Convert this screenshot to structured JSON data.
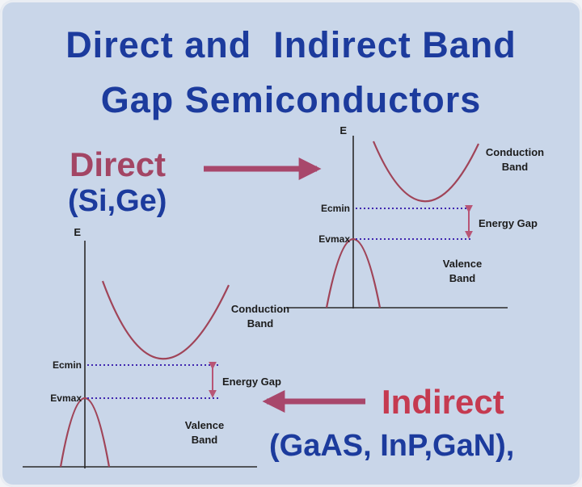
{
  "title": {
    "line1": "Direct and  Indirect Band",
    "line2": "Gap Semiconductors"
  },
  "direct": {
    "label": "Direct",
    "materials": "(Si,Ge)"
  },
  "indirect": {
    "label": "Indirect",
    "materials": "(GaAS, InP,GaN),"
  },
  "diagram_labels": {
    "energy_axis": "E",
    "ecmin": "Ecmin",
    "evmax": "Evmax",
    "energy_gap": "Energy Gap",
    "conduction_line1": "Conduction",
    "conduction_line2": "Band",
    "valence_line1": "Valence",
    "valence_line2": "Band"
  },
  "colors": {
    "background": "#c9d6e9",
    "title_text": "#1c3b9d",
    "direct_text": "#a34564",
    "indirect_text": "#c53a50",
    "materials_text": "#1c3b9d",
    "band_curve": "#a04458",
    "gap_dotted_line": "#4027b0",
    "arrow": "#a8476b"
  }
}
